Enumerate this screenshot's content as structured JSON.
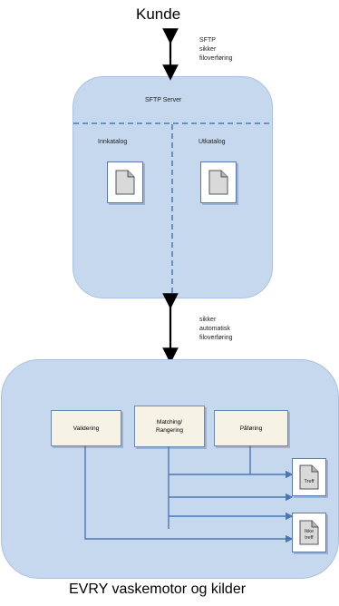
{
  "top_label": "Kunde",
  "bottom_label": "EVRY vaskemotor og kilder",
  "sftp_transfer": {
    "line1": "SFTP",
    "line2": "sikker",
    "line3": "filoverføring"
  },
  "auto_transfer": {
    "line1": "sikker",
    "line2": "automatisk",
    "line3": "filoverføring"
  },
  "sftp_server": {
    "title": "SFTP Server",
    "inbox": "Innkatalog",
    "outbox": "Utkatalog"
  },
  "processes": {
    "step1": "Validering",
    "step2_line1": "Matching/",
    "step2_line2": "Rangering",
    "step3": "Påføring"
  },
  "output_docs": {
    "doc1": "Treff",
    "doc2_line1": "Ikke",
    "doc2_line2": "treff"
  },
  "colors": {
    "box_fill": "#c6d8ee",
    "line": "#4a78b5",
    "process_fill": "#f6f2e6"
  }
}
